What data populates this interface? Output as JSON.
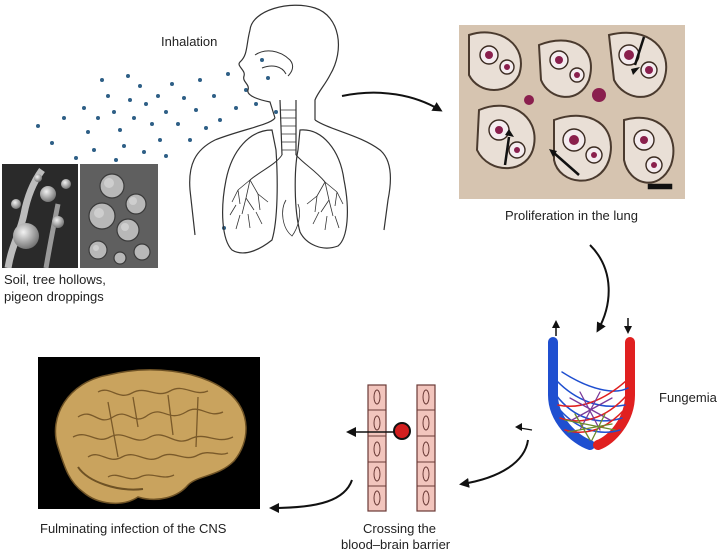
{
  "labels": {
    "inhalation": "Inhalation",
    "proliferation": "Proliferation in the lung",
    "source_line1": "Soil, tree hollows,",
    "source_line2": "pigeon droppings",
    "fungemia": "Fungemia",
    "cns": "Fulminating infection of the CNS",
    "bbb_line1": "Crossing the",
    "bbb_line2": "blood–brain barrier"
  },
  "colors": {
    "spore": "#2e5f86",
    "arterial": "#e02020",
    "venous": "#1f4fd0",
    "capillary_green": "#6c8a2a",
    "capillary_purple": "#7a3a9a",
    "vessel_wall": "#f2c5bd",
    "cell_core": "#c8332e",
    "brain": "#c9a35e",
    "tissue": "#d8c6b3",
    "yeast_stain": "#8a1f4e"
  },
  "icons": [
    "human-respiratory-outline",
    "lung-histology-micrograph",
    "electron-micrograph",
    "yeast-india-ink",
    "capillary-bed",
    "vessel-endothelium",
    "brain-specimen"
  ]
}
